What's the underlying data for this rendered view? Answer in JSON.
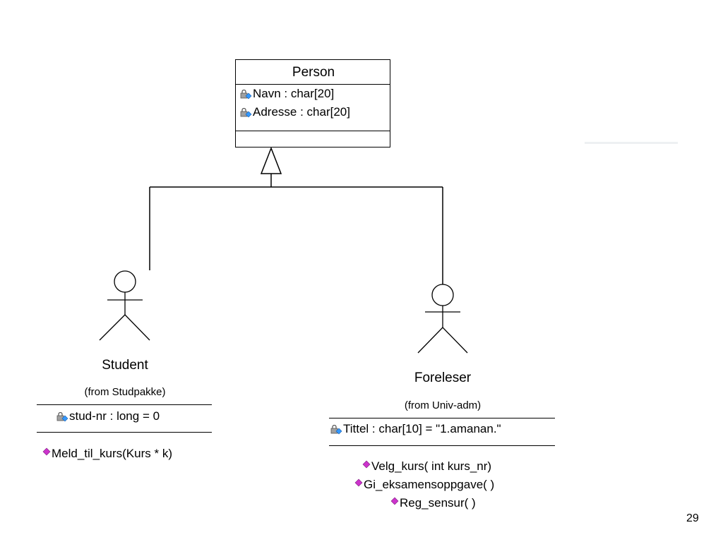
{
  "person": {
    "name": "Person",
    "attributes": [
      "Navn : char[20]",
      "Adresse : char[20]"
    ],
    "attribute_icon": "lock-attribute-icon"
  },
  "student": {
    "name": "Student",
    "package": "(from Studpakke)",
    "attributes": [
      "stud-nr : long = 0"
    ],
    "operations": [
      "Meld_til_kurs(Kurs * k)"
    ]
  },
  "foreleser": {
    "name": "Foreleser",
    "package": "(from Univ-adm)",
    "attributes": [
      "Tittel : char[10] = \"1.amanan.\""
    ],
    "operations": [
      "Velg_kurs( int kurs_nr)",
      "Gi_eksamensoppgave( )",
      "Reg_sensur( )"
    ]
  },
  "colors": {
    "line": "#000000",
    "operation_icon": "#cc33cc",
    "attribute_icon_body": "#a0a0a0",
    "attribute_icon_accent": "#3399ff"
  },
  "page_number": "29"
}
